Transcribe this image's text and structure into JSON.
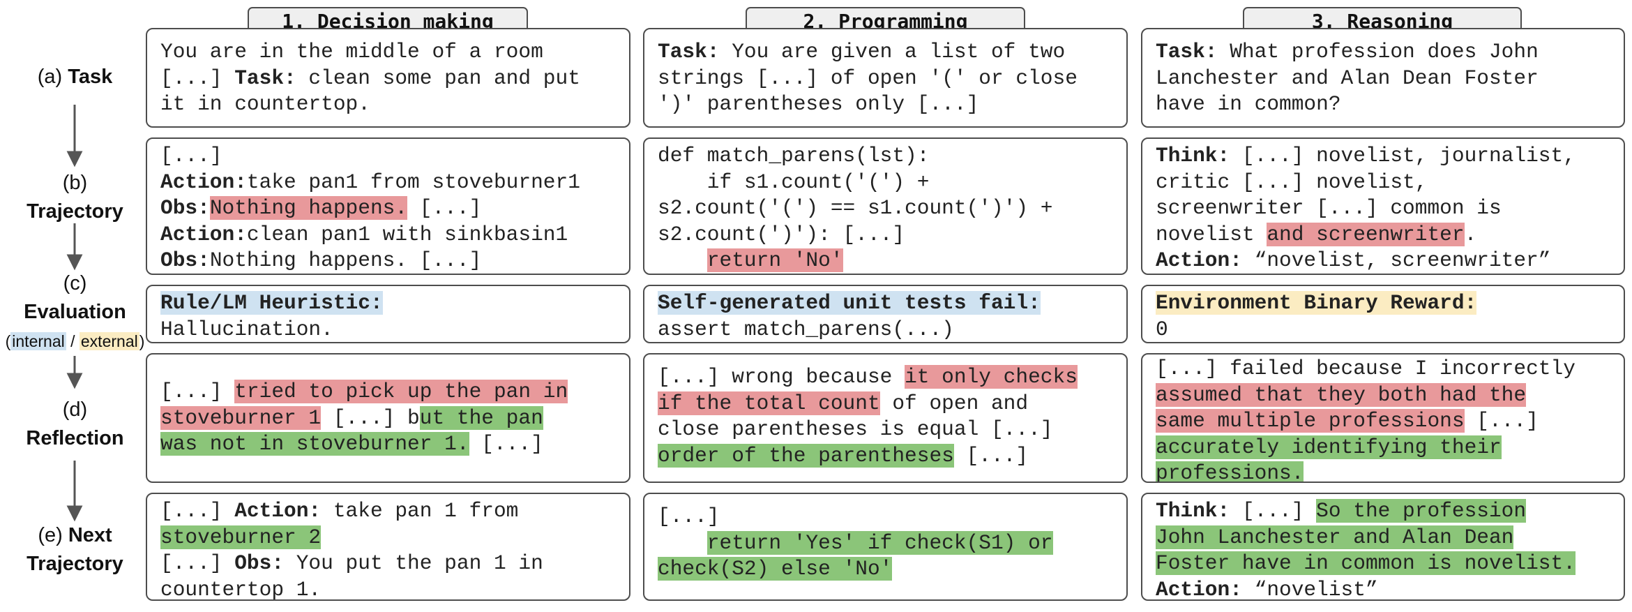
{
  "columns": [
    {
      "number": "1.",
      "title": "Decision making"
    },
    {
      "number": "2.",
      "title": "Programming"
    },
    {
      "number": "3.",
      "title": "Reasoning"
    }
  ],
  "row_labels": {
    "task": {
      "prefix": "(a)",
      "name": "Task"
    },
    "trajectory": {
      "prefix": "(b)",
      "name": "Trajectory"
    },
    "evaluation": {
      "prefix": "(c)",
      "name": "Evaluation"
    },
    "evaluation_legend": {
      "open": "(",
      "internal": "internal",
      "sep": " / ",
      "external": "external",
      "close": ")"
    },
    "reflection": {
      "prefix": "(d)",
      "name": "Reflection"
    },
    "next": {
      "prefix": "(e)",
      "name": "Next",
      "name2": "Trajectory"
    }
  },
  "cells": {
    "c1": {
      "task": [
        "You are in the middle of a room",
        "[...] ",
        "Task:",
        " clean some pan and put",
        "it in countertop."
      ],
      "traj": [
        "[...]",
        "Action:",
        "take pan1 from stoveburner1",
        "Obs:",
        "Nothing happens.",
        " [...]",
        "Action:",
        "clean pan1 with sinkbasin1",
        "Obs:",
        "Nothing happens. [...]"
      ],
      "eval": [
        "Rule/LM Heuristic:",
        "Hallucination."
      ],
      "refl": [
        "[...] ",
        "tried to pick up the pan in",
        "stoveburner 1",
        " [...] b",
        "ut the pan",
        "was not in stoveburner 1.",
        " [...]"
      ],
      "next": [
        "[...] ",
        "Action:",
        " take pan 1 from",
        "stoveburner 2",
        "[...] ",
        "Obs:",
        " You put the pan 1 in",
        "countertop 1."
      ]
    },
    "c2": {
      "task": [
        "Task:",
        " You are given a list of two",
        "strings [...] of open '(' or close",
        "')' parentheses only [...]"
      ],
      "traj": [
        "def match_parens(lst):",
        "    if s1.count('(') +",
        "s2.count('(') == s1.count(')') +",
        "s2.count(')'): [...]",
        "    ",
        "return 'No'"
      ],
      "eval": [
        "Self-generated unit tests fail:",
        "assert match_parens(...)"
      ],
      "refl": [
        "[...] wrong because ",
        "it only checks",
        "if the total count",
        " of open and",
        "close parentheses is equal [...]",
        "order of the parentheses",
        " [...]"
      ],
      "next": [
        "[...]",
        "    ",
        "return 'Yes' if check(S1) or",
        "check(S2) else 'No'"
      ]
    },
    "c3": {
      "task": [
        "Task:",
        " What profession does John",
        "Lanchester and Alan Dean Foster",
        "have in common?"
      ],
      "traj": [
        "Think:",
        " [...] novelist, journalist,",
        "critic [...] novelist,",
        "screenwriter [...] common is",
        "novelist ",
        "and screenwriter",
        ".",
        "Action:",
        " “novelist, screenwriter”"
      ],
      "eval": [
        "Environment Binary Reward:",
        "0"
      ],
      "refl": [
        "[...] failed because I incorrectly",
        "assumed that they both had the",
        "same multiple professions",
        " [...]",
        "accurately identifying their",
        "professions."
      ],
      "next": [
        "Think:",
        " [...] ",
        "So the profession",
        "John Lanchester and Alan Dean",
        "Foster have in common is novelist.",
        "Action:",
        " “novelist”"
      ]
    }
  },
  "colors": {
    "negative": "#e8999b",
    "positive": "#8bc579",
    "internal": "#cfe2f1",
    "external": "#fbecc2",
    "border": "#4d4d4d"
  }
}
